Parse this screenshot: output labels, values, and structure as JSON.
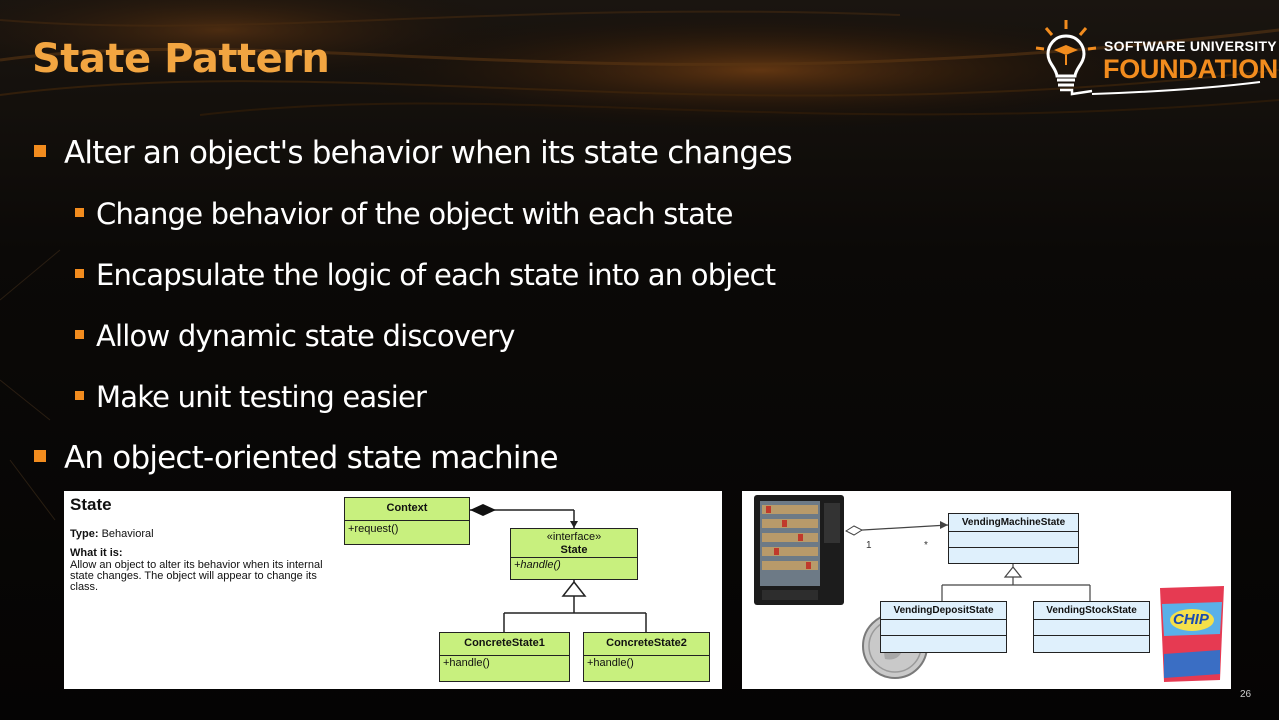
{
  "slide": {
    "title": "State Pattern",
    "page_number": "26"
  },
  "logo": {
    "line1": "SOFTWARE UNIVERSITY",
    "line2": "FOUNDATION"
  },
  "bullets": [
    {
      "level": 1,
      "text": "Alter an object's behavior when its state changes"
    },
    {
      "level": 2,
      "text": "Change behavior of the object with each state"
    },
    {
      "level": 2,
      "text": "Encapsulate the logic of each state into an object"
    },
    {
      "level": 2,
      "text": "Allow dynamic state discovery"
    },
    {
      "level": 2,
      "text": "Make unit testing easier"
    },
    {
      "level": 1,
      "text": "An object-oriented state machine"
    }
  ],
  "uml_left": {
    "heading": "State",
    "type_label": "Type:",
    "type_value": "Behavioral",
    "what_label": "What it is:",
    "description": "Allow an object to alter its behavior when its internal state changes. The object will appear to change its class.",
    "context_name": "Context",
    "context_method": "+request()",
    "state_stereotype": "«interface»",
    "state_name": "State",
    "state_method": "+handle()",
    "concrete1_name": "ConcreteState1",
    "concrete1_method": "+handle()",
    "concrete2_name": "ConcreteState2",
    "concrete2_method": "+handle()"
  },
  "uml_right": {
    "machine_state": "VendingMachineState",
    "deposit_state": "VendingDepositState",
    "stock_state": "VendingStockState",
    "mult_left": "1",
    "mult_right": "*",
    "chip_label": "CHIP"
  },
  "colors": {
    "title": "#f2a541",
    "accent": "#f28c1e",
    "uml_green": "#c8f07e",
    "uml_blue": "#dff0fc"
  }
}
